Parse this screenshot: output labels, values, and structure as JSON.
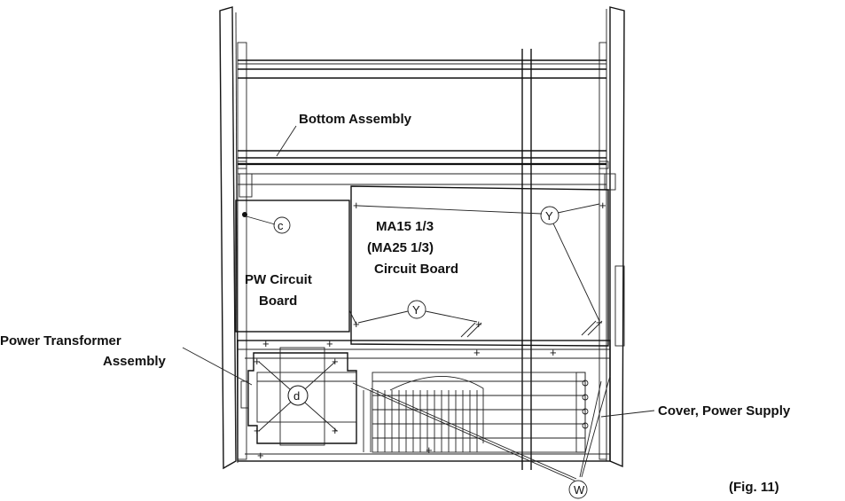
{
  "labels": {
    "bottom_assembly": "Bottom Assembly",
    "ma15_line1": "MA15 1/3",
    "ma15_line2": "(MA25 1/3)",
    "ma15_line3": "Circuit Board",
    "pw_line1": "PW Circuit",
    "pw_line2": "Board",
    "transformer_line1": "Power Transformer",
    "transformer_line2": "Assembly",
    "cover_power_supply": "Cover, Power Supply",
    "figure_caption": "(Fig. 11)"
  },
  "markers": {
    "c": "c",
    "d": "d",
    "y": "Y",
    "w": "W"
  }
}
